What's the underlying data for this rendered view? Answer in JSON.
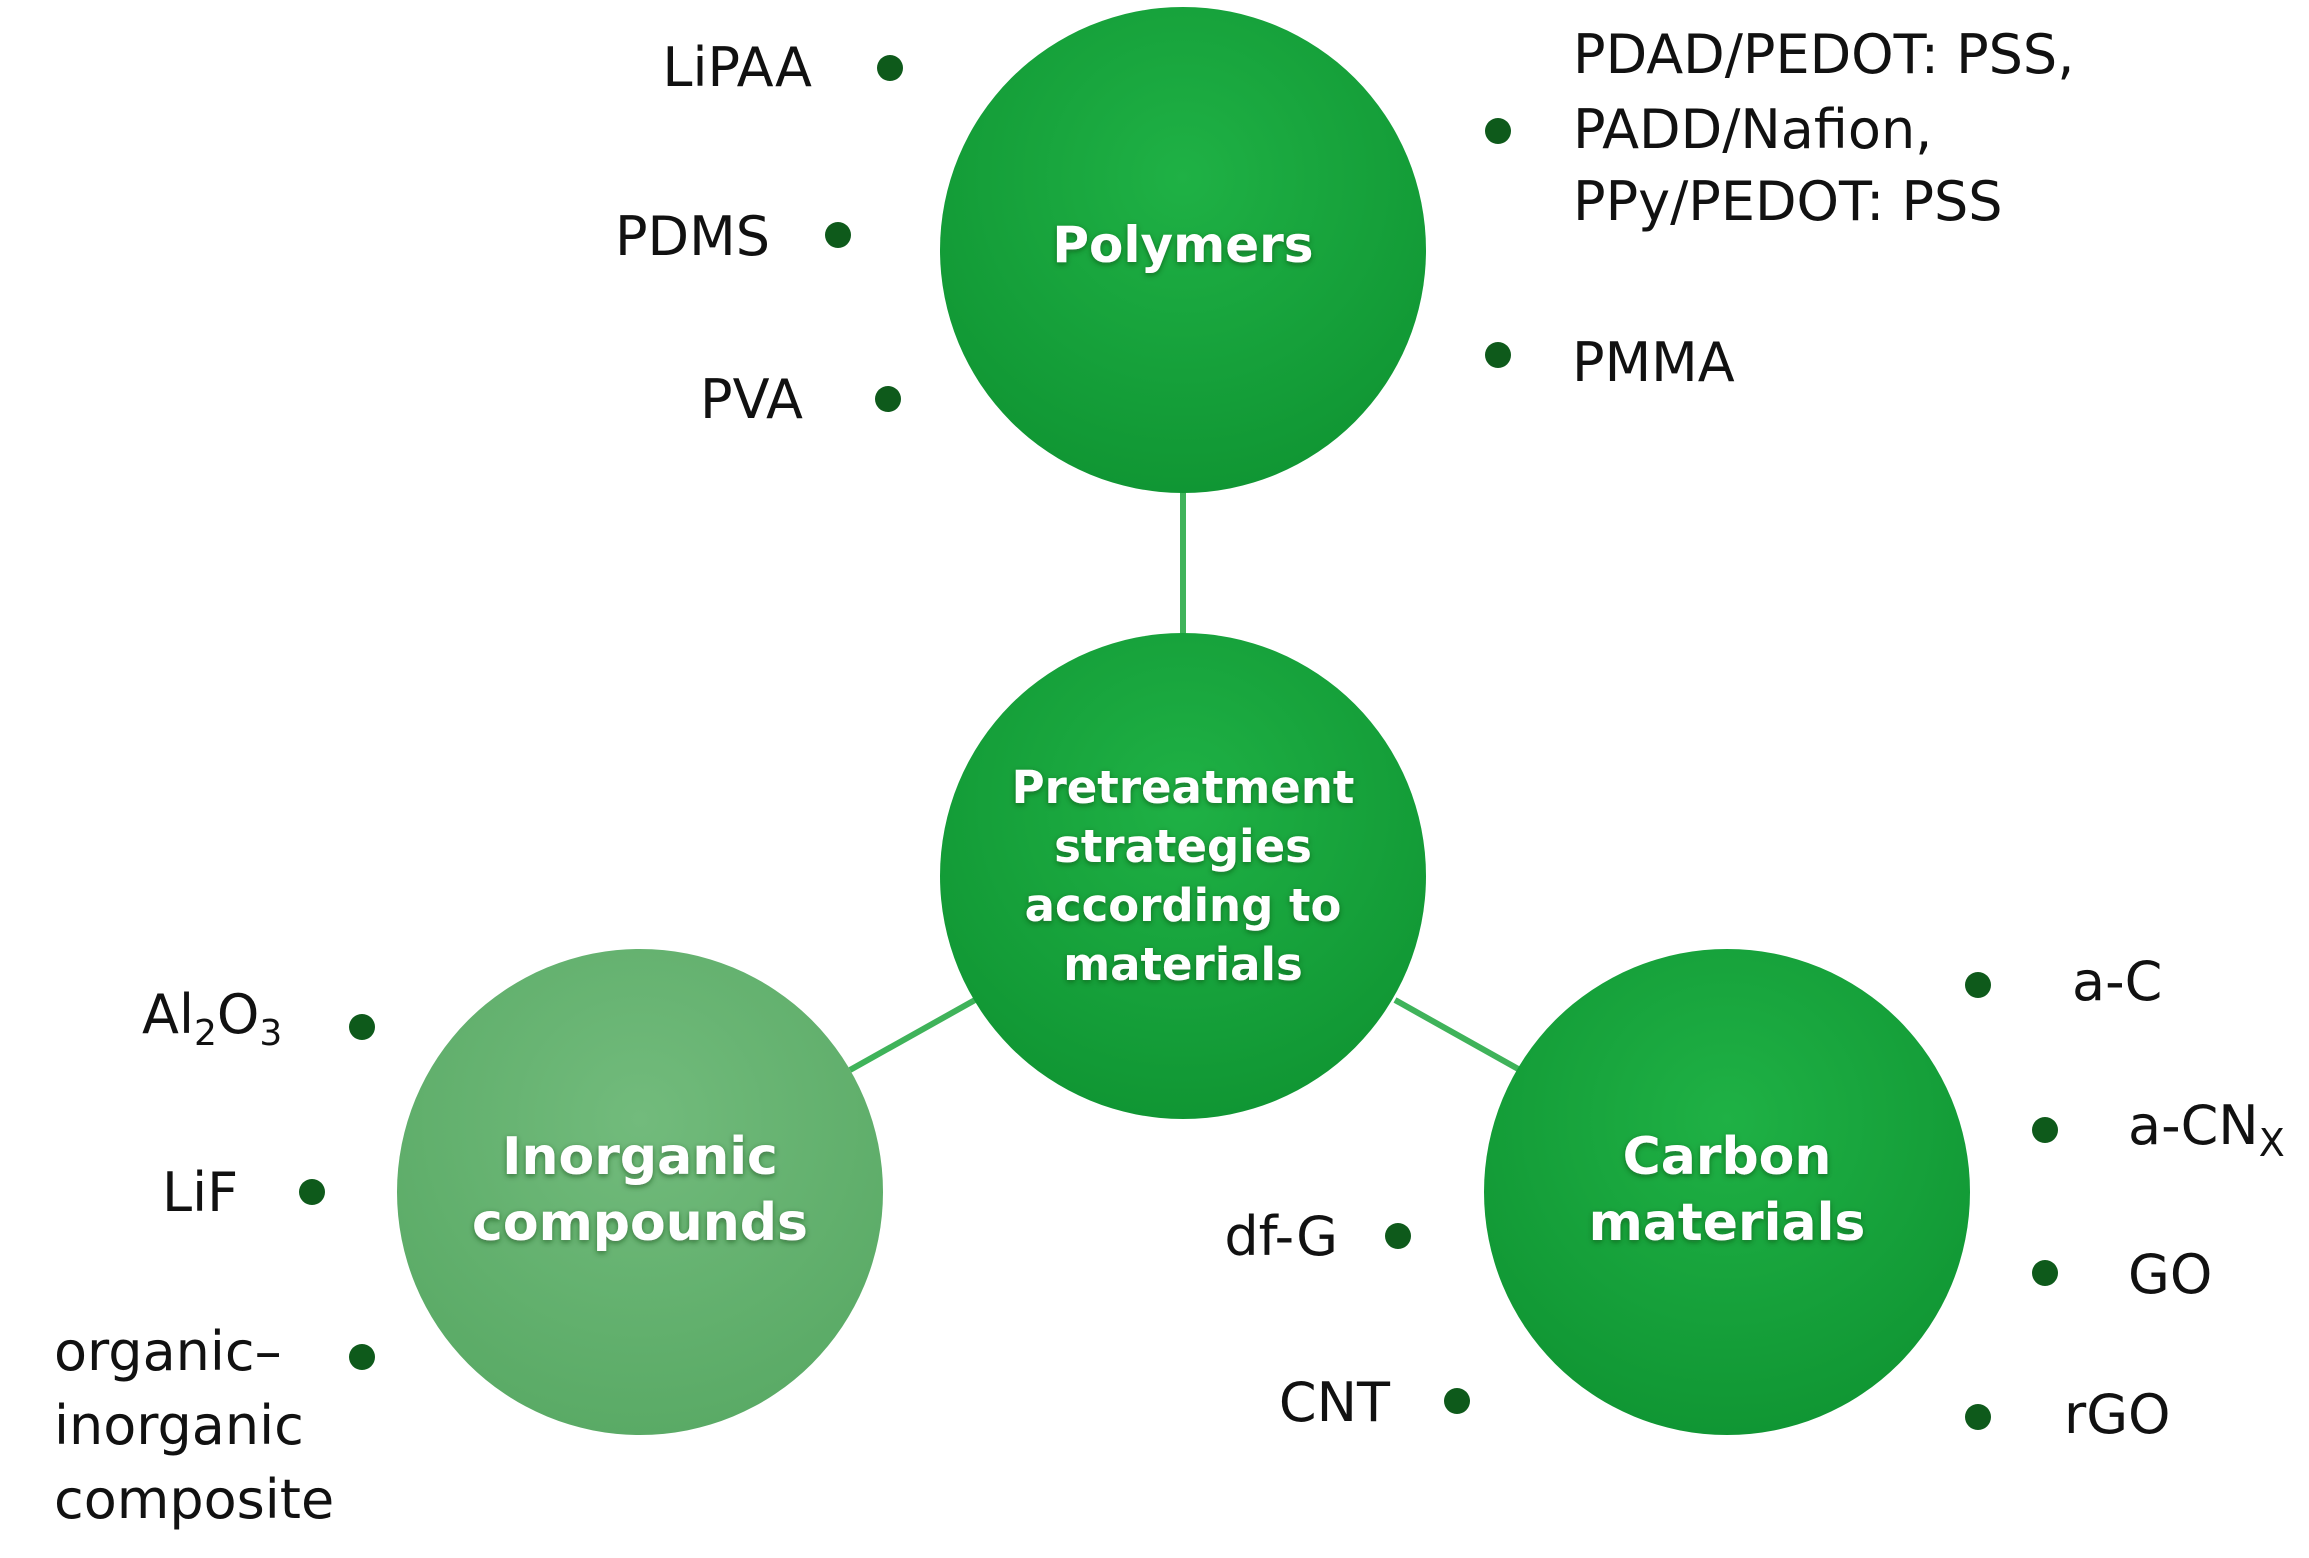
{
  "center": {
    "lines": [
      "Pretreatment",
      "strategies",
      "according to",
      "materials"
    ]
  },
  "groups": {
    "polymers": {
      "title": "Polymers",
      "items": {
        "lipaa": "LiPAA",
        "pdms": "PDMS",
        "pva": "PVA",
        "pdad_line1": "PDAD/PEDOT: PSS,",
        "pdad_line2": "PADD/Nafion,",
        "pdad_line3": "PPy/PEDOT: PSS",
        "pmma": "PMMA"
      }
    },
    "inorganic": {
      "title_lines": [
        "Inorganic",
        "compounds"
      ],
      "items": {
        "al2o3_al": "Al",
        "al2o3_sub1": "2",
        "al2o3_o": "O",
        "al2o3_sub2": "3",
        "lif": "LiF",
        "composite_line1": "organic–",
        "composite_line2": "inorganic",
        "composite_line3": "composite"
      }
    },
    "carbon": {
      "title_lines": [
        "Carbon",
        "materials"
      ],
      "items": {
        "ac": "a-C",
        "acnx_main": "a-CN",
        "acnx_sub": "X",
        "go": "GO",
        "rgo": "rGO",
        "dfg": "df-G",
        "cnt": "CNT"
      }
    }
  },
  "colors": {
    "main_green": "#14a13a",
    "inorganic_green": "#63b26f",
    "connector": "#3fb35a",
    "bullet": "#0e5a1b",
    "label_text": "#ffffff",
    "item_text": "#111111"
  }
}
